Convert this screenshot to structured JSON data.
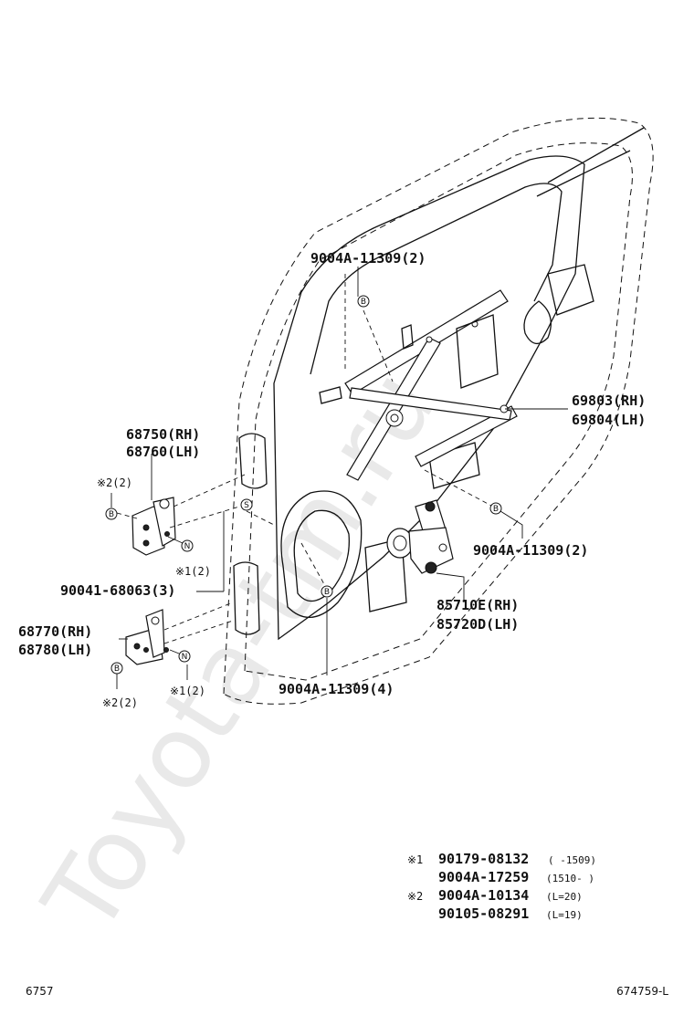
{
  "watermark": "Toyota-tm.ru",
  "parts": {
    "bolt_top": "9004A-11309(2)",
    "regulator_rh": "69803(RH)",
    "regulator_lh": "69804(LH)",
    "hinge_upper_rh": "68750(RH)",
    "hinge_upper_lh": "68760(LH)",
    "bolt_right": "9004A-11309(2)",
    "screw": "90041-68063(3)",
    "motor_rh": "85710E(RH)",
    "motor_lh": "85720D(LH)",
    "hinge_lower_rh": "68770(RH)",
    "hinge_lower_lh": "68780(LH)",
    "bolt_bottom": "9004A-11309(4)"
  },
  "callouts": {
    "upper_hinge_bolt": "※2(2)",
    "upper_hinge_nut": "※1(2)",
    "lower_hinge_bolt": "※2(2)",
    "lower_hinge_nut": "※1(2)"
  },
  "markers": {
    "bolt": "B",
    "nut": "N",
    "screw": "S"
  },
  "notes": {
    "mark1": "※1",
    "mark2": "※2",
    "row1_part": "90179-08132",
    "row1_range": "(    -1509)",
    "row2_part": "9004A-17259",
    "row2_range": "(1510-    )",
    "row3_part": "9004A-10134",
    "row3_spec": "(L=20)",
    "row4_part": "90105-08291",
    "row4_spec": "(L=19)"
  },
  "footer": {
    "left_code": "6757",
    "right_code": "674759-L"
  }
}
